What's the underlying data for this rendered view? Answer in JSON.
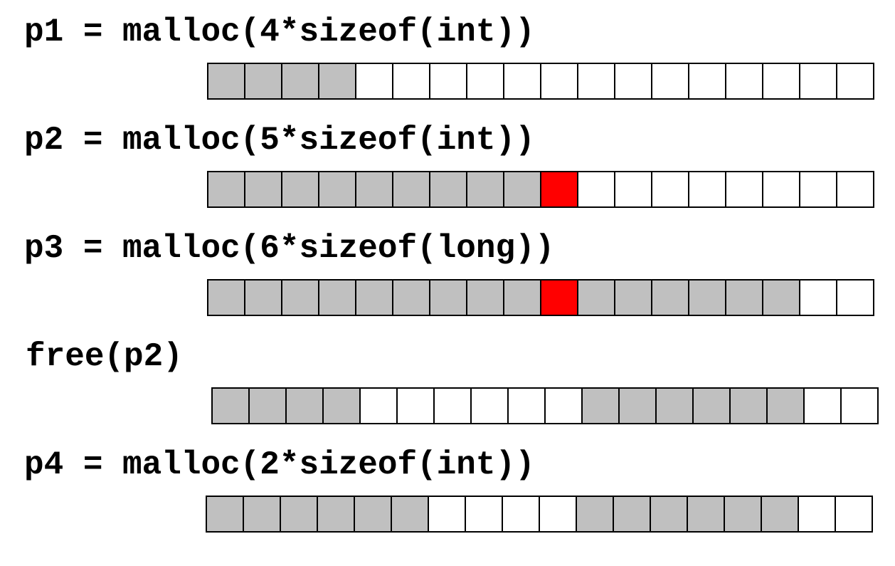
{
  "colors": {
    "free": "#ffffff",
    "allocated": "#c0c0c0",
    "padding": "#ff0000",
    "outline": "#000000"
  },
  "steps": [
    {
      "code": "p1 = malloc(4*sizeof(int))",
      "cells": [
        "allocated",
        "allocated",
        "allocated",
        "allocated",
        "free",
        "free",
        "free",
        "free",
        "free",
        "free",
        "free",
        "free",
        "free",
        "free",
        "free",
        "free",
        "free",
        "free"
      ]
    },
    {
      "code": "p2 = malloc(5*sizeof(int))",
      "cells": [
        "allocated",
        "allocated",
        "allocated",
        "allocated",
        "allocated",
        "allocated",
        "allocated",
        "allocated",
        "allocated",
        "padding",
        "free",
        "free",
        "free",
        "free",
        "free",
        "free",
        "free",
        "free"
      ]
    },
    {
      "code": "p3 = malloc(6*sizeof(long))",
      "cells": [
        "allocated",
        "allocated",
        "allocated",
        "allocated",
        "allocated",
        "allocated",
        "allocated",
        "allocated",
        "allocated",
        "padding",
        "allocated",
        "allocated",
        "allocated",
        "allocated",
        "allocated",
        "allocated",
        "free",
        "free"
      ]
    },
    {
      "code": "free(p2)",
      "cells": [
        "allocated",
        "allocated",
        "allocated",
        "allocated",
        "free",
        "free",
        "free",
        "free",
        "free",
        "free",
        "allocated",
        "allocated",
        "allocated",
        "allocated",
        "allocated",
        "allocated",
        "free",
        "free"
      ]
    },
    {
      "code": "p4 = malloc(2*sizeof(int))",
      "cells": [
        "allocated",
        "allocated",
        "allocated",
        "allocated",
        "allocated",
        "allocated",
        "free",
        "free",
        "free",
        "free",
        "allocated",
        "allocated",
        "allocated",
        "allocated",
        "allocated",
        "allocated",
        "free",
        "free"
      ]
    }
  ]
}
